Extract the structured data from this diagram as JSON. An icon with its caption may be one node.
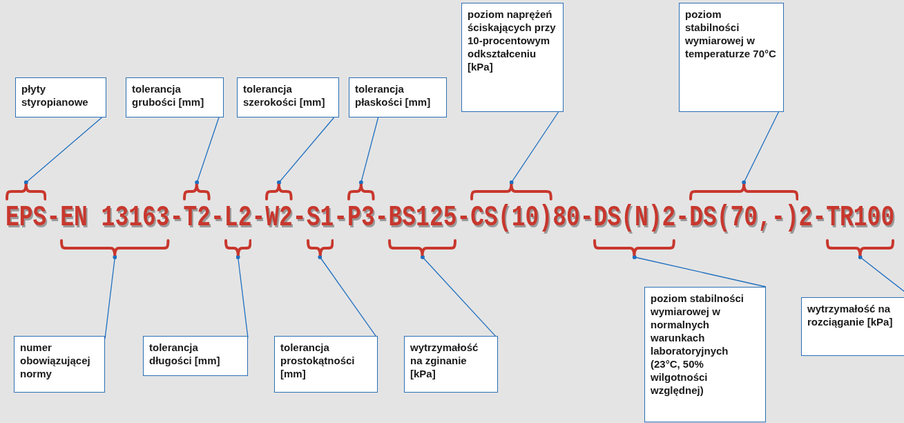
{
  "diagram": {
    "nodes": [
      {
        "text": [
          "płyty styropianowe"
        ]
      },
      {
        "text": [
          "tolerancja grubości [mm]"
        ]
      },
      {
        "text": [
          "tolerancja szerokości [mm]"
        ]
      },
      {
        "text": [
          "tolerancja płaskości [mm]"
        ]
      },
      {
        "text": [
          "poziom naprężeń ściskających przy 10-procentowym odkształceniu [kPa]"
        ]
      },
      {
        "text": [
          "poziom stabilności wymiarowej w temperaturze 70°C"
        ]
      },
      {
        "text": [],
        "shape": "brace"
      },
      {
        "text": [],
        "shape": "brace"
      },
      {
        "text": [],
        "shape": "brace"
      },
      {
        "text": [],
        "shape": "brace"
      },
      {
        "text": [],
        "shape": "brace"
      },
      {
        "text": [],
        "shape": "brace"
      },
      {
        "text": [],
        "shape": "brace"
      },
      {
        "text": [],
        "shape": "brace"
      },
      {
        "text": [],
        "shape": "brace"
      },
      {
        "text": [],
        "shape": "brace"
      },
      {
        "text": [],
        "shape": "brace"
      },
      {
        "text": [],
        "shape": "brace"
      },
      {
        "text": [
          "numer obowiązującej normy"
        ]
      },
      {
        "text": [
          "tolerancja długości [mm]"
        ]
      },
      {
        "text": [
          "tolerancja prostokątności [mm]"
        ]
      },
      {
        "text": [
          "wytrzymałość na zginanie [kPa]"
        ]
      },
      {
        "text": [
          "poziom stabilności wymiarowej w normalnych warunkach laboratoryjnych (23°C, 50% wilgotności względnej)"
        ]
      },
      {
        "text": [
          "wytrzymałość na rozciąganie [kPa]"
        ]
      }
    ],
    "edges": [
      {
        "from": 0,
        "to": 6,
        "arrow": "other"
      },
      {
        "from": 1,
        "to": 8,
        "arrow": "other"
      },
      {
        "from": 2,
        "to": 10,
        "arrow": "other"
      },
      {
        "from": 3,
        "to": 12,
        "arrow": "other"
      },
      {
        "from": 4,
        "to": 14,
        "arrow": "other"
      },
      {
        "from": 5,
        "to": 16,
        "arrow": "other"
      },
      {
        "from": 18,
        "to": 7,
        "arrow": "other"
      },
      {
        "from": 19,
        "to": 9,
        "arrow": "other"
      },
      {
        "from": 20,
        "to": 11,
        "arrow": "other"
      },
      {
        "from": 21,
        "to": 13,
        "arrow": "other"
      },
      {
        "from": 22,
        "to": 15,
        "arrow": "other"
      },
      {
        "from": 23,
        "to": 17,
        "arrow": "other"
      }
    ],
    "labels": [
      "EPS-EN 13163-T2-L2-W2-S1-P3-BS125-CS(10)80-DS(N)2-DS(70,-)2-TR100"
    ]
  }
}
